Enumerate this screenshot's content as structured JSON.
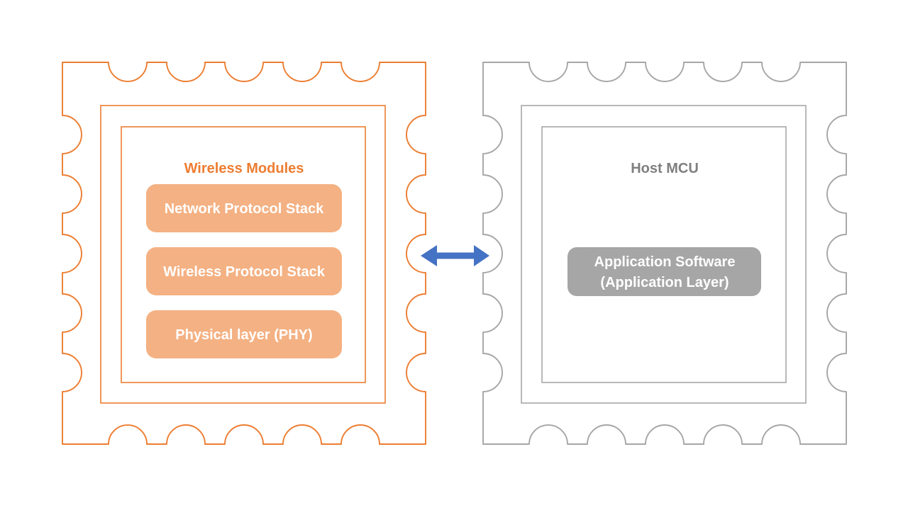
{
  "slide": {
    "background": "#FFFFFF"
  },
  "colors": {
    "orange": "#ED7D31",
    "orange_light": "#F4B183",
    "gray_border": "#A6A6A6",
    "gray_fill": "#A6A6A6",
    "gray_text": "#7F7F7F",
    "blue": "#4472C4",
    "white": "#FFFFFF"
  },
  "wireless_module": {
    "title": "Wireless Modules",
    "layers": [
      "Network Protocol Stack",
      "Wireless Protocol Stack",
      "Physical layer (PHY)"
    ]
  },
  "host_mcu": {
    "title": "Host MCU",
    "application_box": {
      "line1": "Application Software",
      "line2": "(Application Layer)"
    }
  }
}
